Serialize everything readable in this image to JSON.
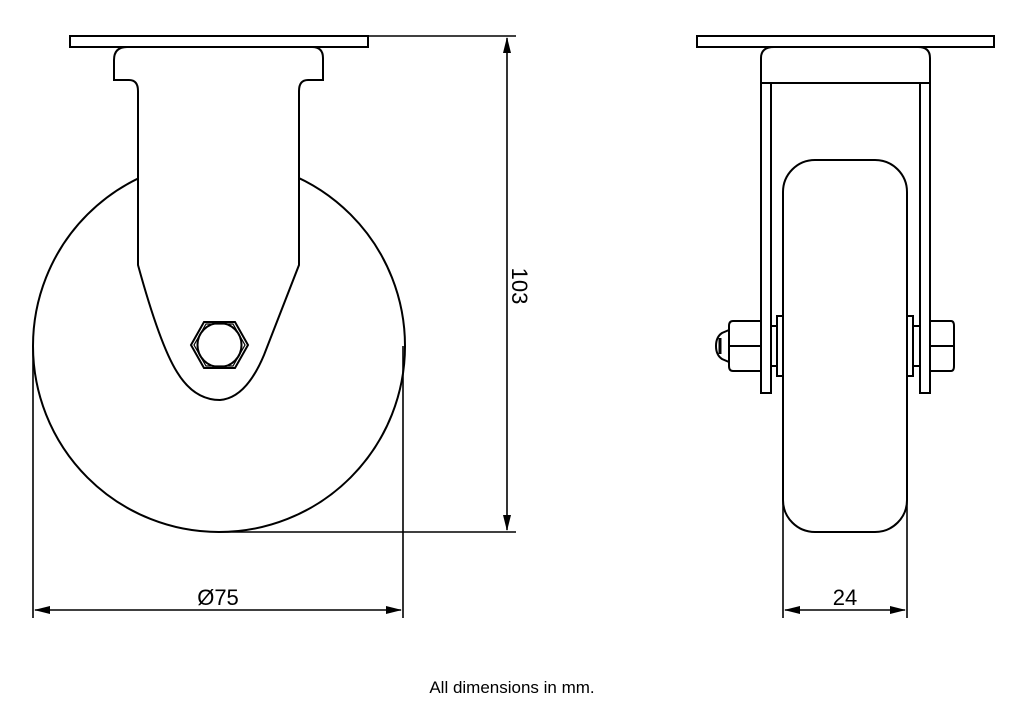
{
  "drawing": {
    "type": "technical-drawing",
    "subject": "fixed castor wheel",
    "views": [
      {
        "name": "side-view",
        "dimensions": {
          "diameter_label": "Ø75",
          "height_label": "103"
        }
      },
      {
        "name": "front-view",
        "dimensions": {
          "width_label": "24"
        }
      }
    ],
    "colors": {
      "line": "#000000",
      "background": "#ffffff"
    }
  },
  "labels": {
    "diameter": "Ø75",
    "height": "103",
    "width": "24",
    "note": "All dimensions in mm."
  }
}
